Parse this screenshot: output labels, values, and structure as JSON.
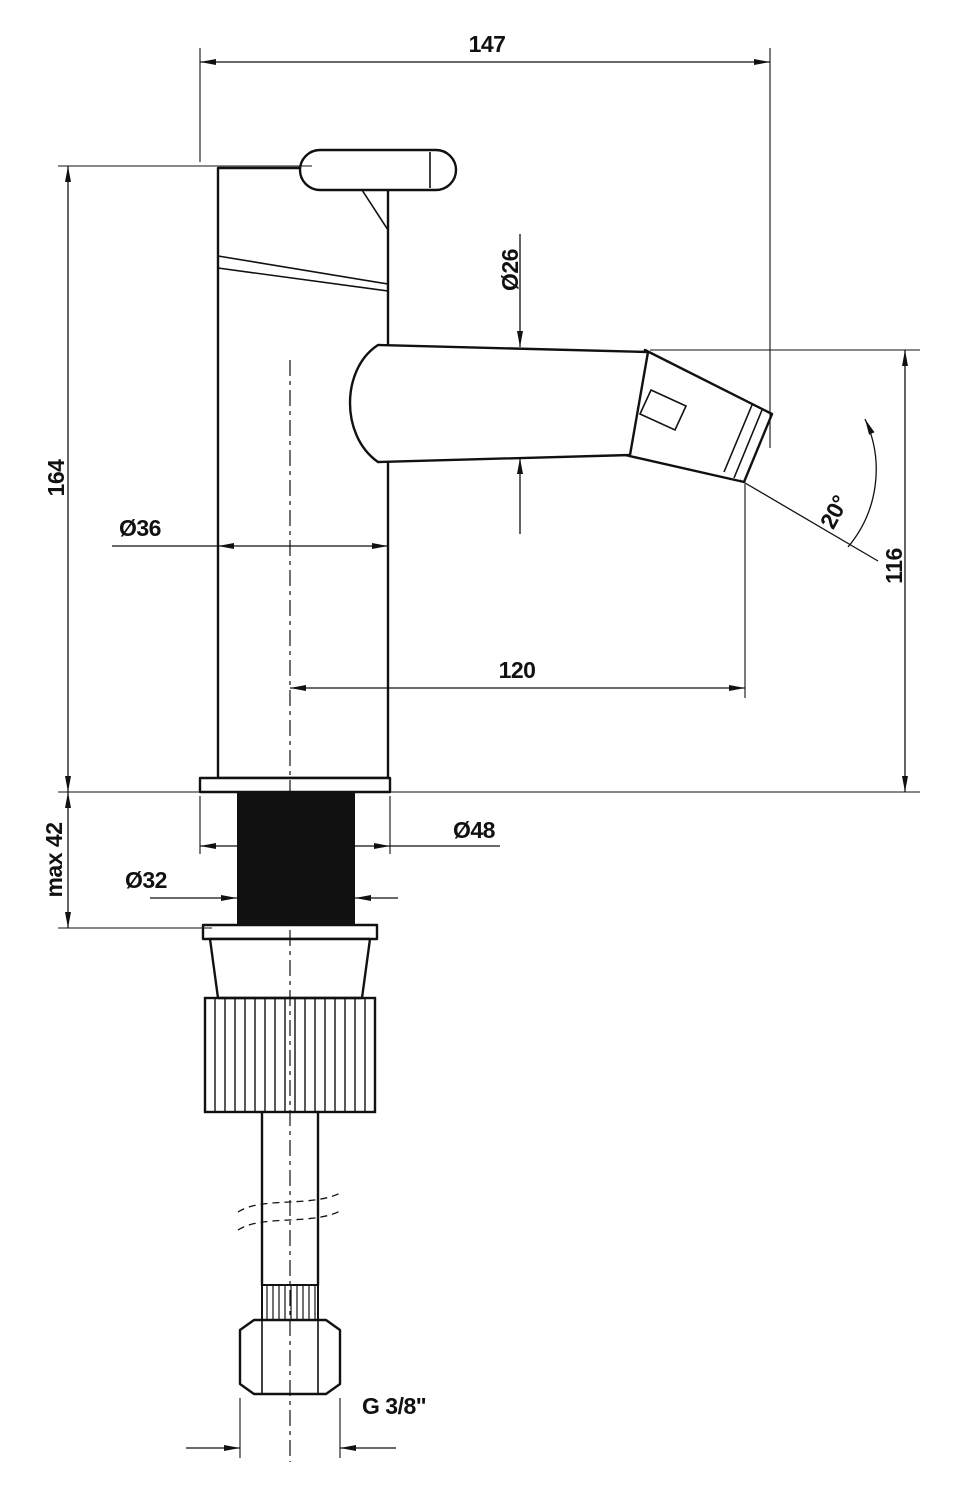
{
  "drawing": {
    "type": "technical-dimension-drawing",
    "subject": "single-hole basin/bidet mixer tap, side view with mounting shank",
    "colors": {
      "line": "#111111",
      "background": "#ffffff",
      "gasket_fill": "#111111"
    },
    "labels": {
      "width_147": "147",
      "height_164": "164",
      "dia_26": "Ø26",
      "dia_36": "Ø36",
      "angle_20": "20°",
      "height_116": "116",
      "reach_120": "120",
      "max_42": "max 42",
      "dia_48": "Ø48",
      "dia_32": "Ø32",
      "thread": "G 3/8\""
    }
  }
}
